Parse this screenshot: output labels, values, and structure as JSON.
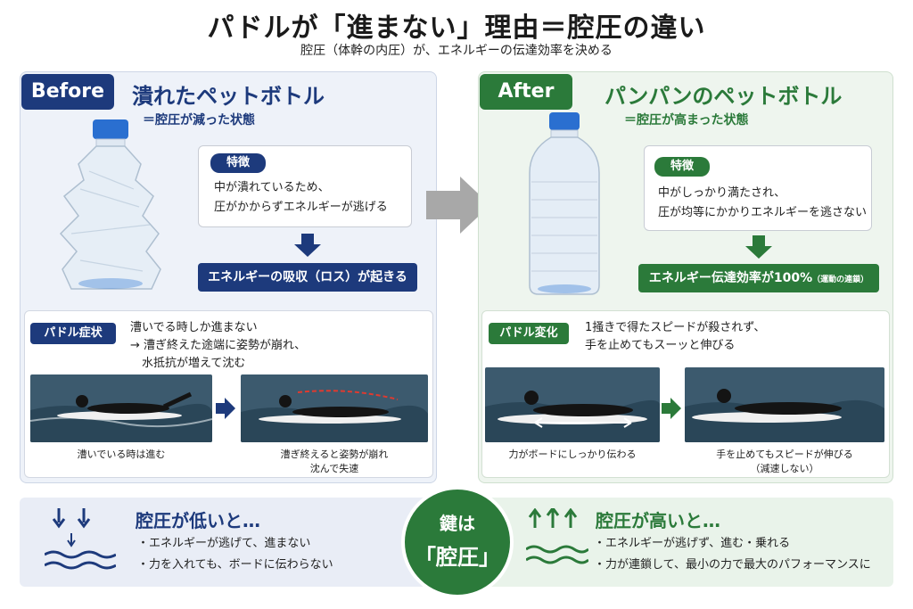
{
  "title": "パドルが「進まない」理由＝腔圧の違い",
  "subtitle": "腔圧（体幹の内圧）が、エネルギーの伝達効率を決める",
  "before": {
    "badge": "Before",
    "headline": "潰れたペットボトル",
    "subline": "＝腔圧が減った状態",
    "feature_label": "特徴",
    "feature_lines": [
      "中が潰れているため、",
      "圧がかからずエネルギーが逃げる"
    ],
    "result": "エネルギーの吸収（ロス）が起きる",
    "symptom_tag": "パドル症状",
    "symptom_lines": [
      "漕いでる時しか進まない",
      "→ 漕ぎ終えた途端に姿勢が崩れ、",
      "　水抵抗が増えて沈む"
    ],
    "caption1": "漕いでいる時は進む",
    "caption2_l1": "漕ぎ終えると姿勢が崩れ",
    "caption2_l2": "沈んで失速"
  },
  "after": {
    "badge": "After",
    "headline": "パンパンのペットボトル",
    "subline": "＝腔圧が高まった状態",
    "feature_label": "特徴",
    "feature_lines": [
      "中がしっかり満たされ、",
      "圧が均等にかかりエネルギーを逃さない"
    ],
    "result_main": "エネルギー伝達効率が100%",
    "result_note": "（運動の連鎖）",
    "change_tag": "パドル変化",
    "change_lines": [
      "1掻きで得たスピードが殺されず、",
      "手を止めてもスーッと伸びる"
    ],
    "caption1": "力がボードにしっかり伝わる",
    "caption2_l1": "手を止めてもスピードが伸びる",
    "caption2_l2": "（減速しない）"
  },
  "bottom": {
    "low_head": "腔圧が低いと…",
    "low_items": [
      "・エネルギーが逃げて、進まない",
      "・力を入れても、ボードに伝わらない"
    ],
    "key_l1": "鍵は",
    "key_l2": "「腔圧」",
    "high_head": "腔圧が高いと…",
    "high_items": [
      "・エネルギーが逃げず、進む・乗れる",
      "・力が連鎖して、最小の力で最大のパフォーマンスに"
    ]
  },
  "colors": {
    "navy": "#1d3a7c",
    "green": "#2b7a3a",
    "arrow_gray": "#a8a8a8",
    "surf_red": "#e03a2f"
  },
  "icons": [
    "crushed-bottle-icon",
    "full-bottle-icon",
    "down-arrow-icon",
    "right-arrow-icon",
    "wave-icon",
    "arrow-up-icon",
    "arrow-down-icon"
  ]
}
